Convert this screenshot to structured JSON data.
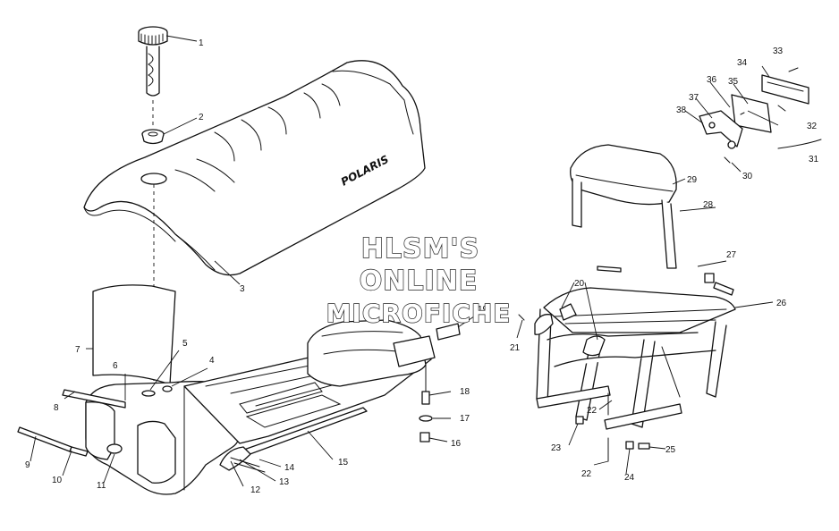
{
  "watermark": {
    "line1": "HLSM'S",
    "line2": "ONLINE",
    "line3": "MICROFICHE"
  },
  "brand_text": "POLARIS",
  "callouts": [
    "1",
    "2",
    "3",
    "4",
    "5",
    "6",
    "7",
    "8",
    "9",
    "10",
    "11",
    "12",
    "13",
    "14",
    "15",
    "16",
    "17",
    "18",
    "19",
    "20",
    "21",
    "22",
    "22",
    "23",
    "24",
    "25",
    "26",
    "27",
    "28",
    "29",
    "30",
    "31",
    "32",
    "33",
    "34",
    "35",
    "36",
    "37",
    "38"
  ]
}
